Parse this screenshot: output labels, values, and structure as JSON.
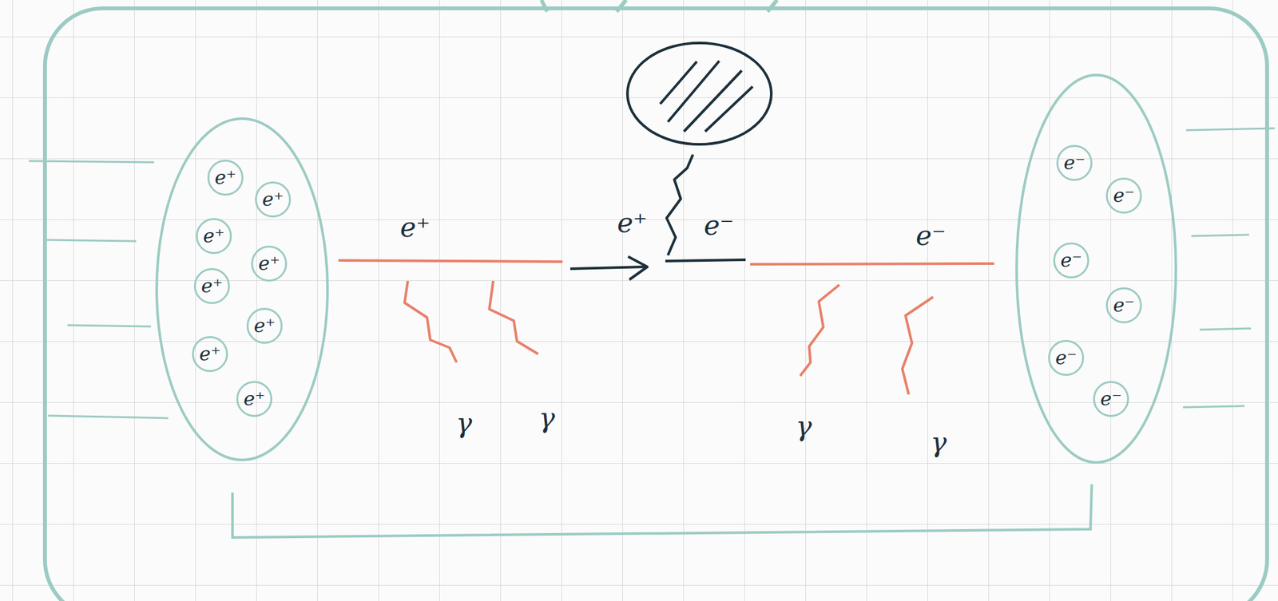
{
  "diagram": {
    "nodes": [
      {
        "text": []
      },
      {
        "text": [
          "e⁺"
        ],
        "in": 0
      },
      {
        "text": [
          "e⁺"
        ],
        "in": 0
      },
      {
        "text": [
          "e⁺"
        ],
        "in": 0
      },
      {
        "text": [
          "e⁺"
        ],
        "in": 0
      },
      {
        "text": [
          "e⁺"
        ],
        "in": 0
      },
      {
        "text": [
          "e⁺"
        ],
        "in": 0
      },
      {
        "text": [
          "e⁺"
        ],
        "in": 0
      },
      {
        "text": [
          "e⁺"
        ],
        "in": 0
      },
      {
        "text": []
      },
      {
        "text": [
          "e⁻"
        ],
        "in": 9
      },
      {
        "text": [
          "e⁻"
        ],
        "in": 9
      },
      {
        "text": [
          "e⁻"
        ],
        "in": 9
      },
      {
        "text": [
          "e⁻"
        ],
        "in": 9
      },
      {
        "text": [
          "e⁻"
        ],
        "in": 9
      },
      {
        "text": [
          "e⁻"
        ],
        "in": 9
      }
    ],
    "labels": [
      "e⁺",
      "e⁺",
      "e⁻",
      "e⁻",
      "γ",
      "γ",
      "γ",
      "γ"
    ]
  }
}
